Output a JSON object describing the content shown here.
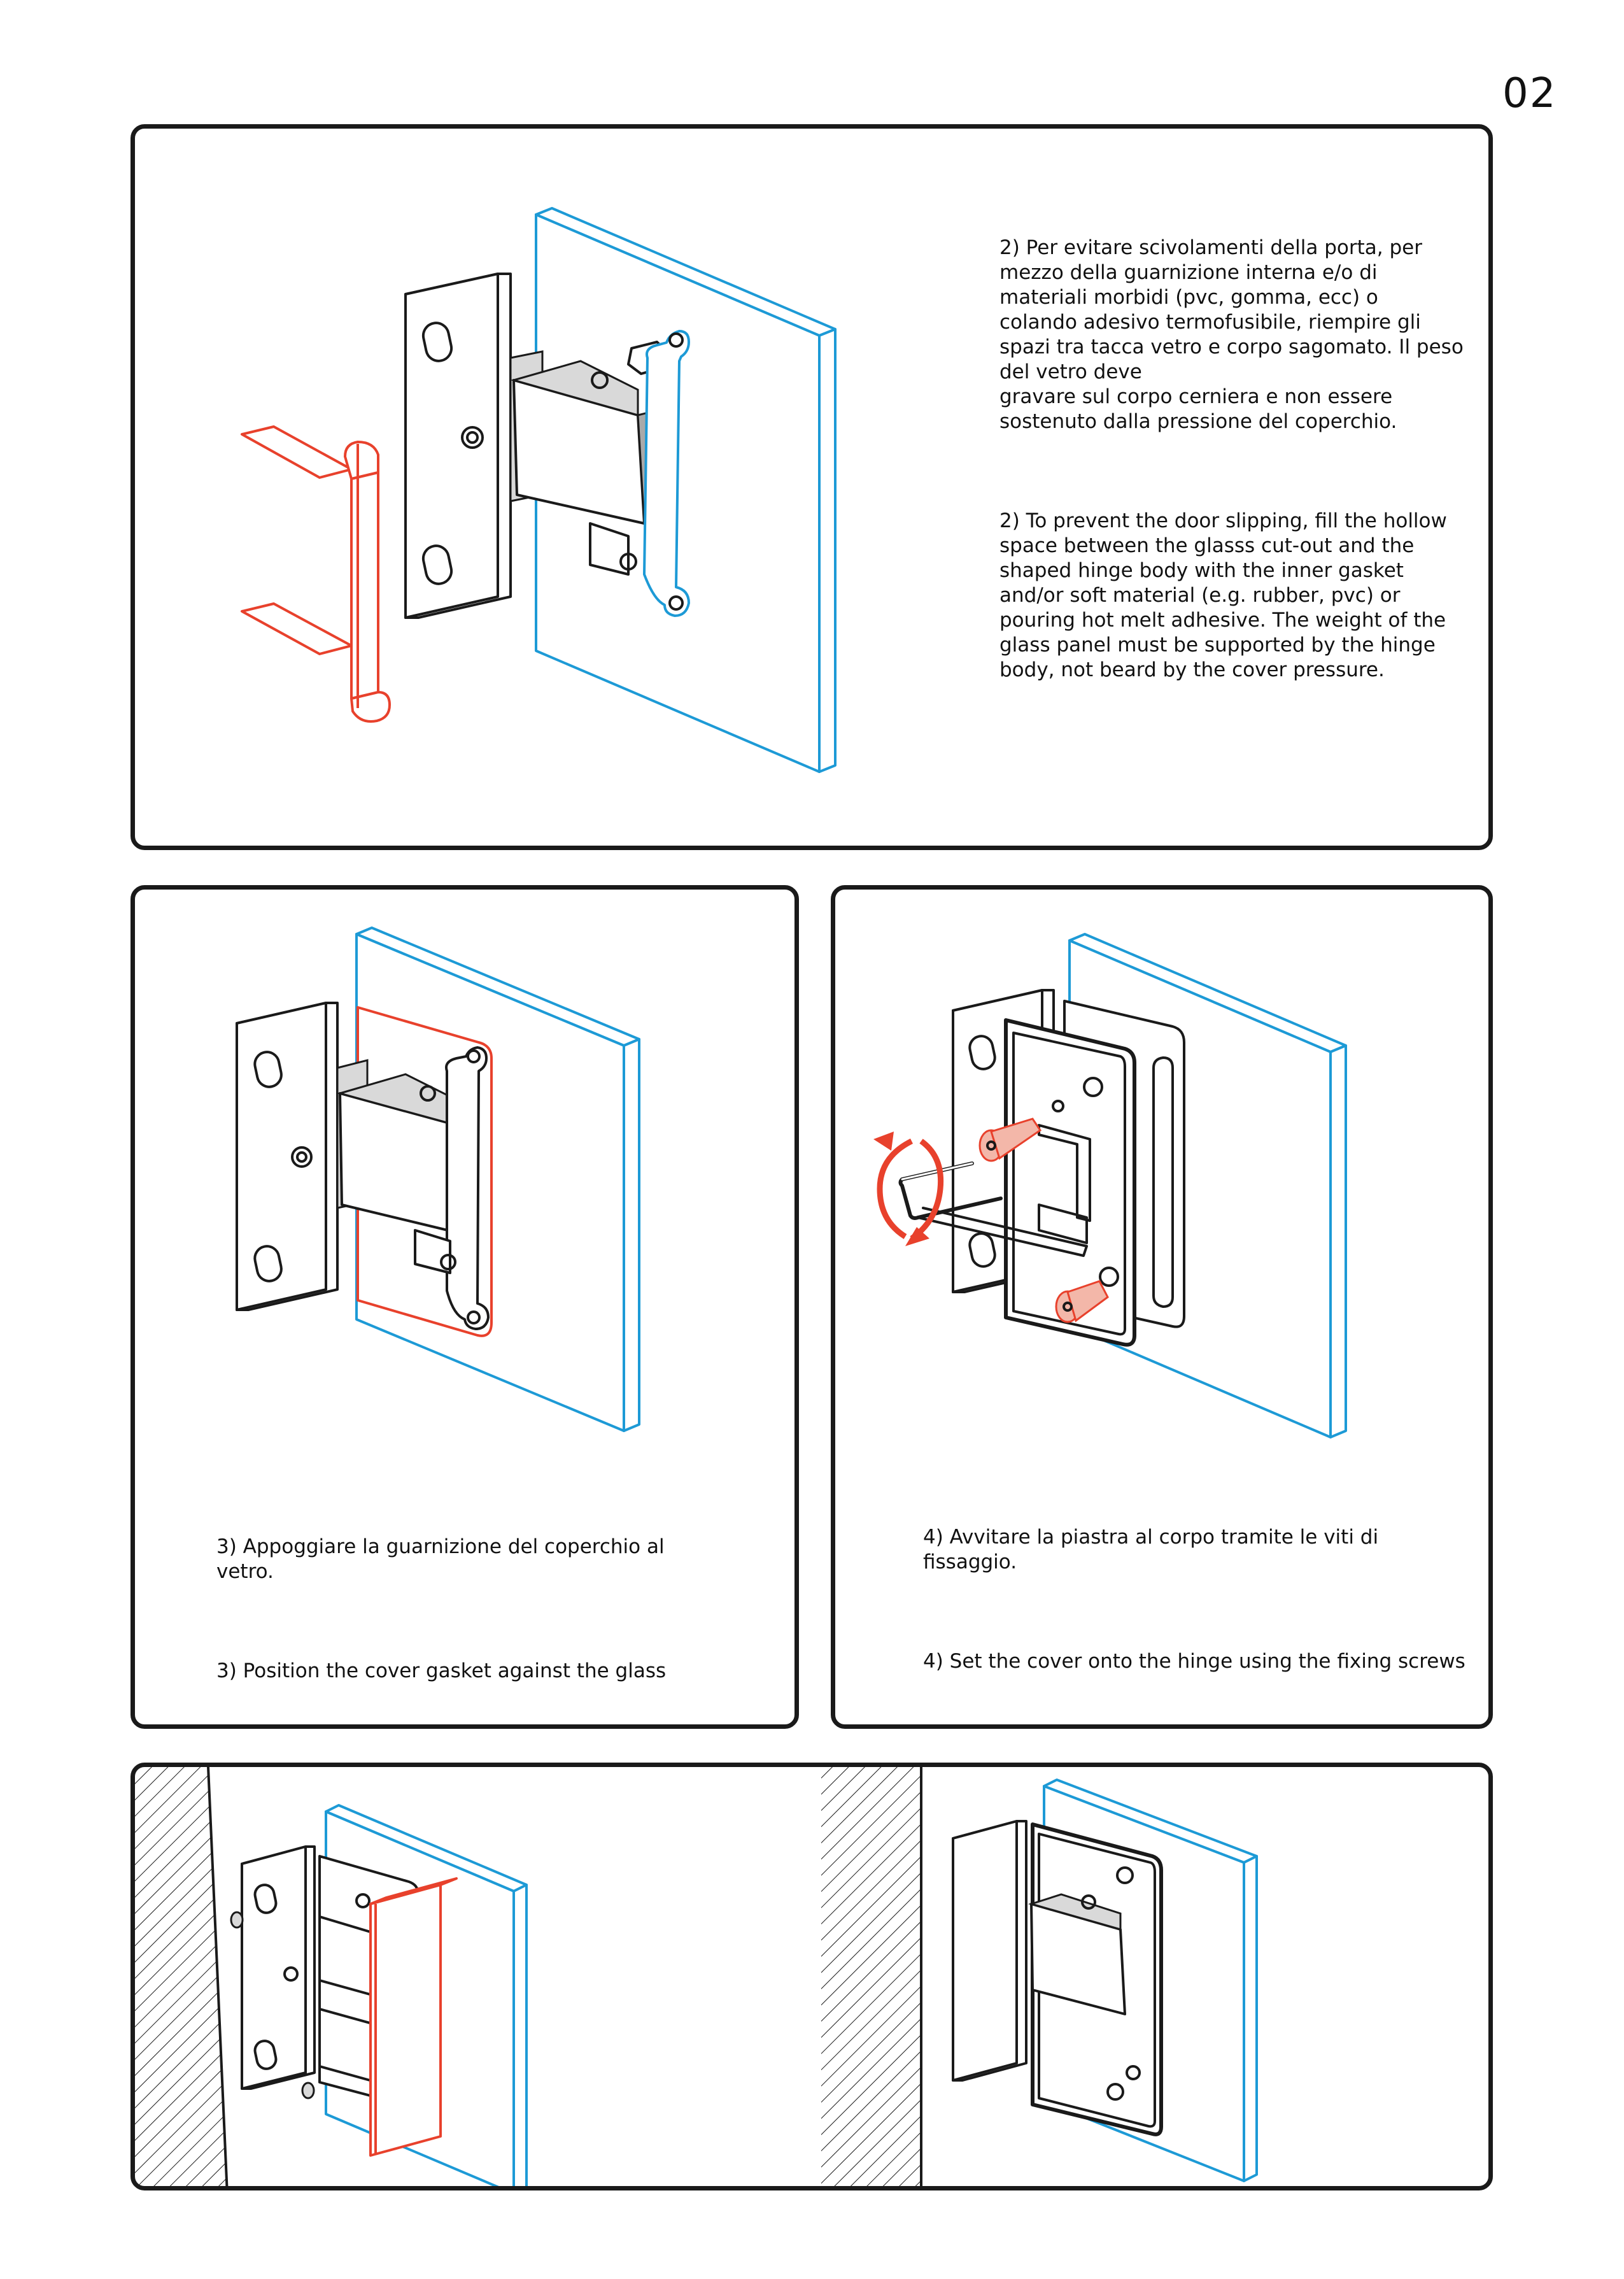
{
  "page": {
    "number": "02"
  },
  "panels": {
    "step2": {
      "it": "2) Per evitare scivolamenti della porta, per\nmezzo della guarnizione interna e/o di\nmateriali morbidi (pvc, gomma, ecc) o\ncolando adesivo termofusibile, riempire gli\nspazi tra tacca vetro e corpo sagomato. Il peso\ndel vetro deve\ngravare sul corpo cerniera e non essere\nsostenuto dalla pressione del coperchio.",
      "en": "2) To prevent the door slipping, fill the hollow\nspace between the glasss cut-out and the\nshaped hinge body with the inner gasket\nand/or soft material (e.g. rubber, pvc) or\npouring hot melt adhesive. The weight of the\nglass panel must be supported by the hinge\nbody, not beard by the cover pressure."
    },
    "step3": {
      "it": "3) Appoggiare la guarnizione del coperchio al\nvetro.",
      "en": "3) Position the cover gasket against the glass"
    },
    "step4": {
      "it": "4) Avvitare la piastra al corpo tramite le viti di\nfissaggio.",
      "en": "4) Set the cover onto the hinge using the fixing screws"
    }
  },
  "colors": {
    "outline": "#1a1a1a",
    "glass": "#1d9ad6",
    "highlight": "#e8412c"
  }
}
